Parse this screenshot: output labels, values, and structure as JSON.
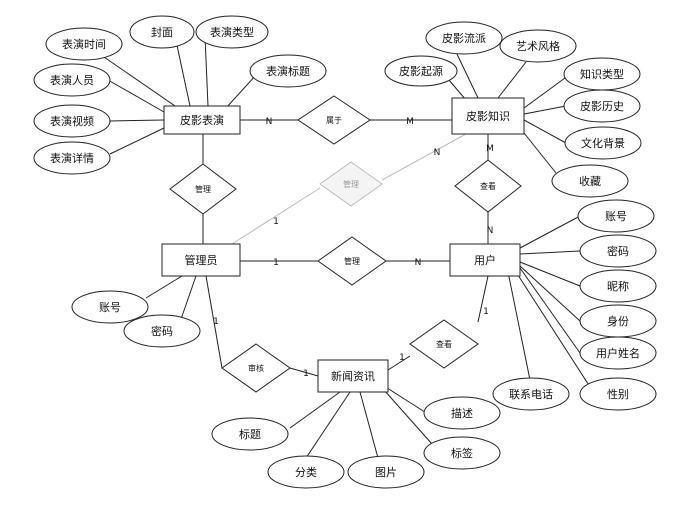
{
  "entities": {
    "performance": "皮影表演",
    "knowledge": "皮影知识",
    "admin": "管理员",
    "user": "用户",
    "news": "新闻资讯"
  },
  "attributes": {
    "perf_time": "表演时间",
    "perf_cover": "封面",
    "perf_type": "表演类型",
    "perf_title": "表演标题",
    "perf_people": "表演人员",
    "perf_video": "表演视频",
    "perf_detail": "表演详情",
    "kn_school": "皮影流派",
    "kn_style": "艺术风格",
    "kn_origin": "皮影起源",
    "kn_type": "知识类型",
    "kn_history": "皮影历史",
    "kn_culture": "文化背景",
    "kn_fav": "收藏",
    "user_account": "账号",
    "user_password": "密码",
    "user_nickname": "昵称",
    "user_identity": "身份",
    "user_name": "用户姓名",
    "user_gender": "性别",
    "user_phone": "联系电话",
    "admin_account": "账号",
    "admin_password": "密码",
    "news_title": "标题",
    "news_category": "分类",
    "news_image": "图片",
    "news_desc": "描述",
    "news_tag": "标签"
  },
  "relationships": {
    "belongs": "属于",
    "manage_perf": "管理",
    "manage_knowledge": "管理",
    "manage_user": "管理",
    "view_knowledge": "查看",
    "view_news": "查看",
    "review_news": "审核"
  },
  "cardinalities": {
    "belongs_perf": "N",
    "belongs_kn": "M",
    "kn_view_kn": "M",
    "kn_view_user": "N",
    "manage_kn_admin": "1",
    "manage_kn_kn": "N",
    "manage_user_admin": "1",
    "manage_user_user": "N",
    "review_admin": "1",
    "review_news": "1",
    "view_news_user": "1",
    "view_news_news": "1"
  }
}
